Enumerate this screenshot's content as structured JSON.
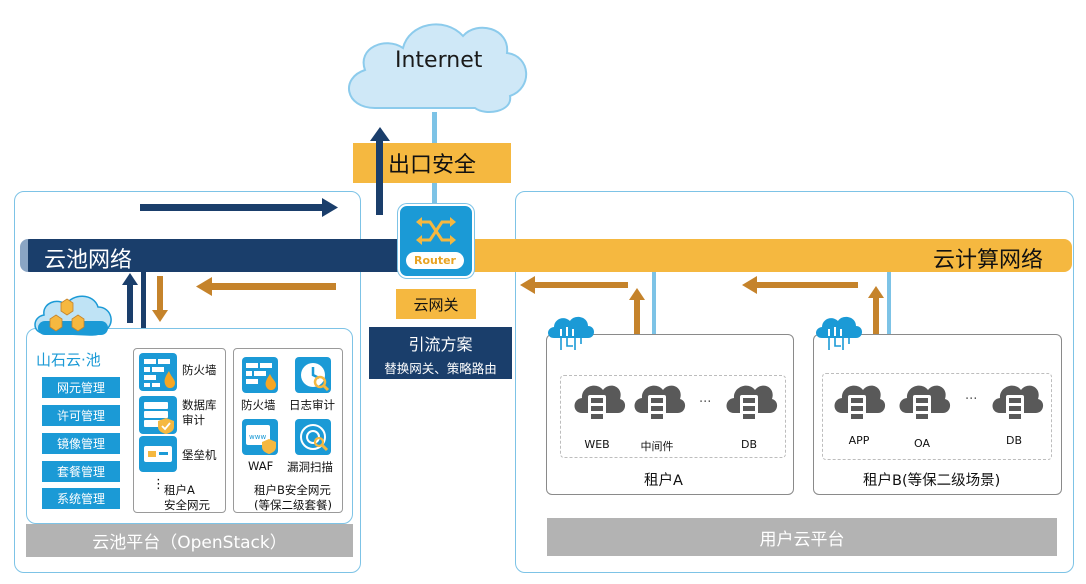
{
  "internet": "Internet",
  "exit_security": "出口安全",
  "cloud_pool_network": "云池网络",
  "cloud_compute_network": "云计算网络",
  "router": "Router",
  "cloud_gateway": "云网关",
  "traffic_box": {
    "title": "引流方案",
    "subtitle": "替换网关、策略路由"
  },
  "yunchi": {
    "brand": "山石云·池",
    "menu": [
      "网元管理",
      "许可管理",
      "镜像管理",
      "套餐管理",
      "系统管理"
    ],
    "tenant_a_ne": {
      "items": [
        "防火墙",
        "数据库审计",
        "堡垒机"
      ],
      "ellipsis": "⋮",
      "caption_line1": "租户A",
      "caption_line2": "安全网元"
    },
    "tenant_b_ne": {
      "items": [
        "防火墙",
        "日志审计",
        "WAF",
        "漏洞扫描"
      ],
      "caption_line1": "租户B安全网元",
      "caption_line2": "(等保二级套餐)"
    },
    "platform": "云池平台（OpenStack）"
  },
  "user_cloud": {
    "tenant_a": {
      "servers": [
        "WEB",
        "中间件",
        "DB"
      ],
      "ellipsis": "···",
      "label": "租户A"
    },
    "tenant_b": {
      "servers": [
        "APP",
        "OA",
        "DB"
      ],
      "ellipsis": "···",
      "label": "租户B(等保二级场景)"
    },
    "platform": "用户云平台"
  },
  "colors": {
    "navy": "#1a3e6b",
    "orange": "#f5b840",
    "arrow_brown": "#c5832b",
    "blue": "#1b9ad6",
    "light_blue": "#7dc3e6",
    "gray": "#b3b3b3"
  }
}
